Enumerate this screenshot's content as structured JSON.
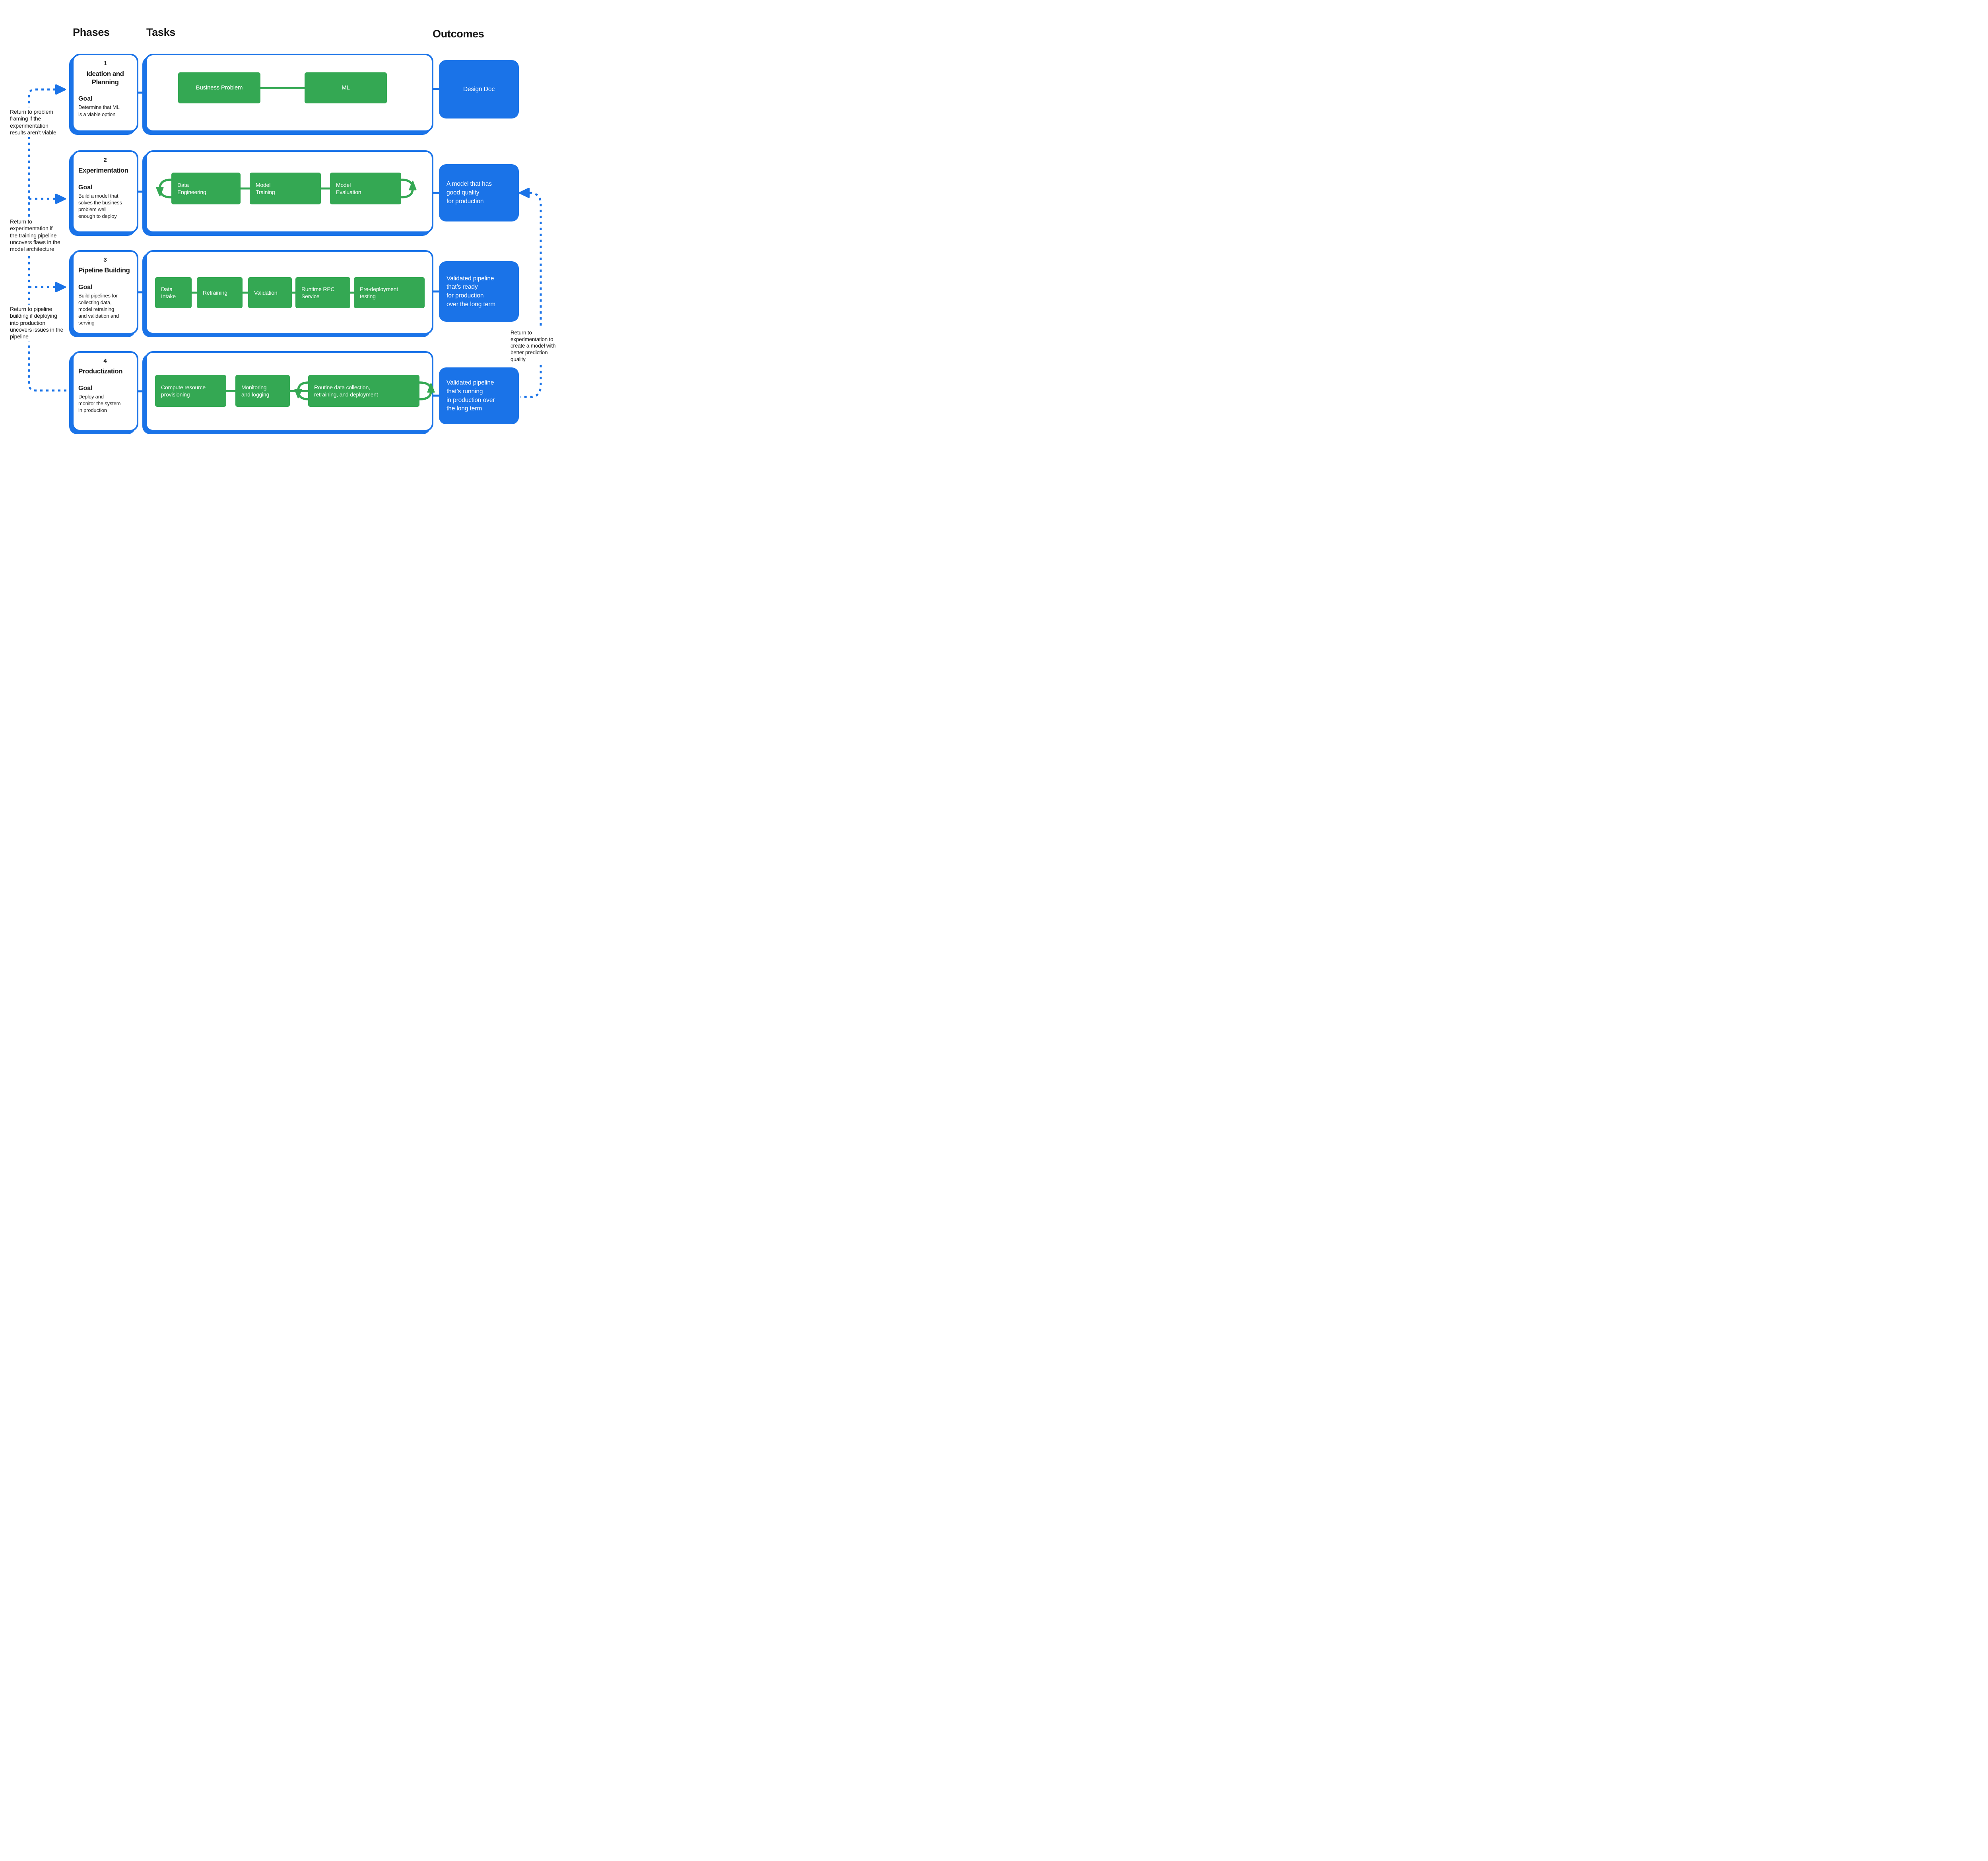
{
  "headers": {
    "phases": "Phases",
    "tasks": "Tasks",
    "outcomes": "Outcomes"
  },
  "phases": [
    {
      "number": "1",
      "title": "Ideation and\nPlanning",
      "goal_label": "Goal",
      "goal_text": "Determine that ML\nis a viable option"
    },
    {
      "number": "2",
      "title": "Experimentation",
      "goal_label": "Goal",
      "goal_text": "Build a model that\nsolves the business\nproblem well\nenough to deploy"
    },
    {
      "number": "3",
      "title": "Pipeline Building",
      "goal_label": "Goal",
      "goal_text": "Build pipelines for\ncollecting data,\nmodel retraining\nand validation and\nserving"
    },
    {
      "number": "4",
      "title": "Productization",
      "goal_label": "Goal",
      "goal_text": "Deploy and\nmonitor the system\nin production"
    }
  ],
  "tasks": [
    {
      "label": "Business Problem"
    },
    {
      "label": "ML"
    },
    {
      "label": "Data\nEngineering"
    },
    {
      "label": "Model\nTraining"
    },
    {
      "label": "Model\nEvaluation"
    },
    {
      "label": "Data\nIntake"
    },
    {
      "label": "Retraining"
    },
    {
      "label": "Validation"
    },
    {
      "label": "Runtime RPC\nService"
    },
    {
      "label": "Pre-deployment\ntesting"
    },
    {
      "label": "Compute resource\nprovisioning"
    },
    {
      "label": "Monitoring\nand logging"
    },
    {
      "label": "Routine data collection,\nretraining, and deployment"
    }
  ],
  "outcomes": [
    {
      "text": "Design Doc"
    },
    {
      "text": "A model that has\ngood quality\nfor production"
    },
    {
      "text": "Validated pipeline\nthat’s ready\nfor production\nover the long term"
    },
    {
      "text": "Validated pipeline\nthat’s running\nin production over\nthe long term"
    }
  ],
  "annotations": {
    "left": [
      {
        "text": "Return to problem\nframing if the\nexperimentation\nresults aren’t viable"
      },
      {
        "text": "Return to\nexperimentation if\nthe training pipeline\nuncovers flaws in the\nmodel architecture"
      },
      {
        "text": "Return to pipeline\nbuilding if deploying\ninto production\nuncovers issues in the\npipeline"
      }
    ],
    "right": {
      "text": "Return to\nexperimentation to\ncreate a model with\nbetter prediction\nquality"
    }
  },
  "colors": {
    "blue": "#1A73E8",
    "green": "#34A853",
    "text": "#1F1F1F"
  }
}
